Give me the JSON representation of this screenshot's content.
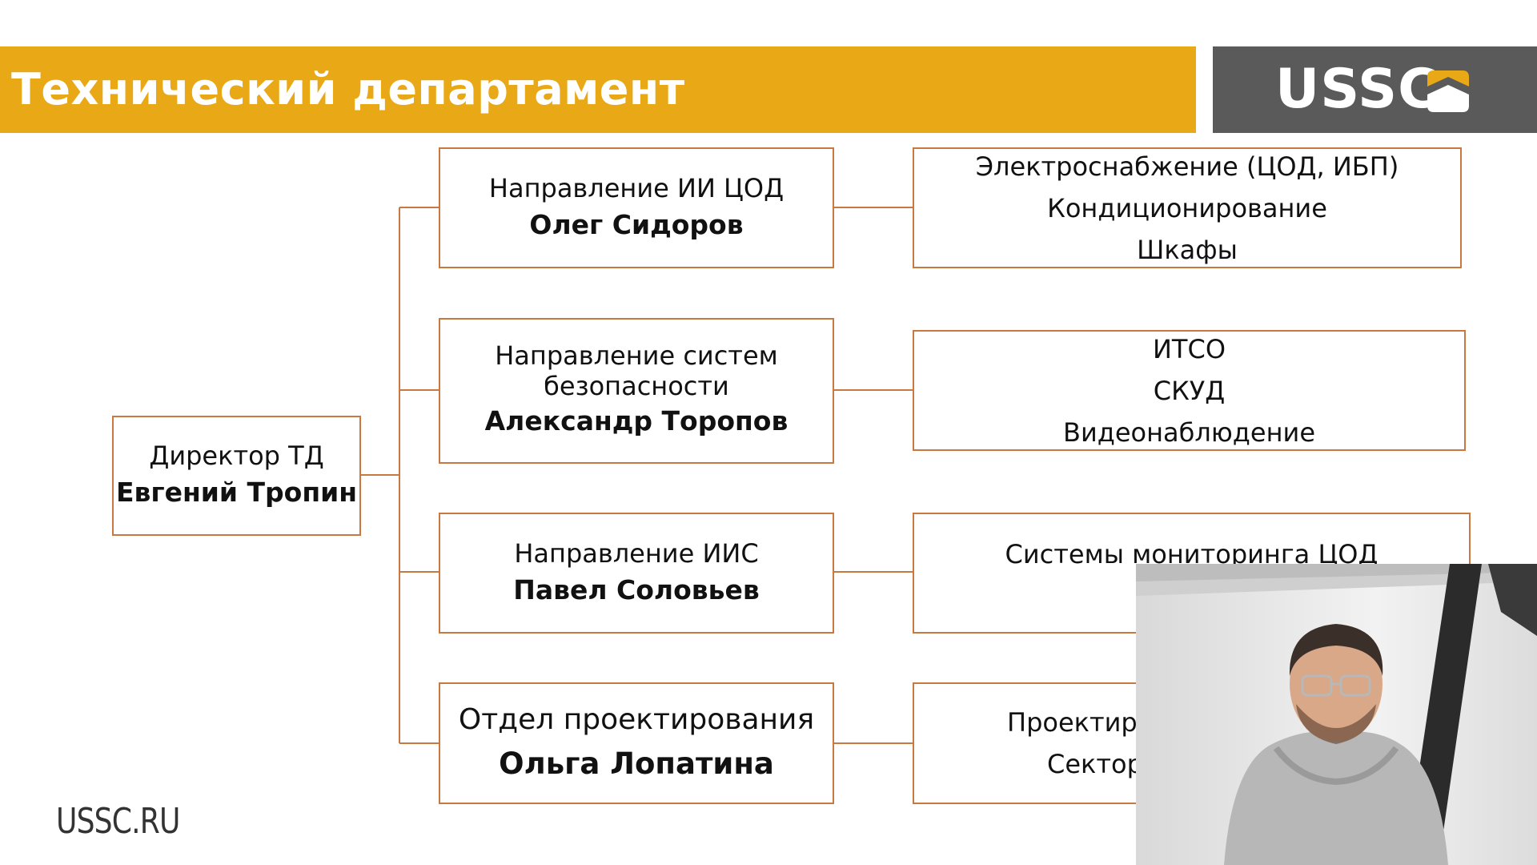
{
  "header": {
    "title": "Технический департамент"
  },
  "logo": {
    "text": "USSC"
  },
  "colors": {
    "accent": "#E9A916",
    "logo_bg": "#5A5A5A",
    "border": "#C9783F"
  },
  "director": {
    "role": "Директор ТД",
    "name": "Евгений Тропин"
  },
  "departments": [
    {
      "title": "Направление ИИ ЦОД",
      "head": "Олег Сидоров"
    },
    {
      "title": "Направление систем безопасности",
      "head": "Александр Торопов"
    },
    {
      "title": "Направление ИИС",
      "head": "Павел Соловьев"
    },
    {
      "title": "Отдел проектирования",
      "head": "Ольга Лопатина"
    }
  ],
  "areas": [
    {
      "items": [
        "Электроснабжение (ЦОД, ИБП)",
        "Кондиционирование",
        "Шкафы"
      ]
    },
    {
      "items": [
        "ИТСО",
        "СКУД",
        "Видеонаблюдение"
      ]
    },
    {
      "items": [
        "Системы мониторинга ЦОД"
      ]
    },
    {
      "items": [
        "Проектиро",
        "Сектор"
      ]
    }
  ],
  "footer": {
    "url": "USSC.RU"
  }
}
